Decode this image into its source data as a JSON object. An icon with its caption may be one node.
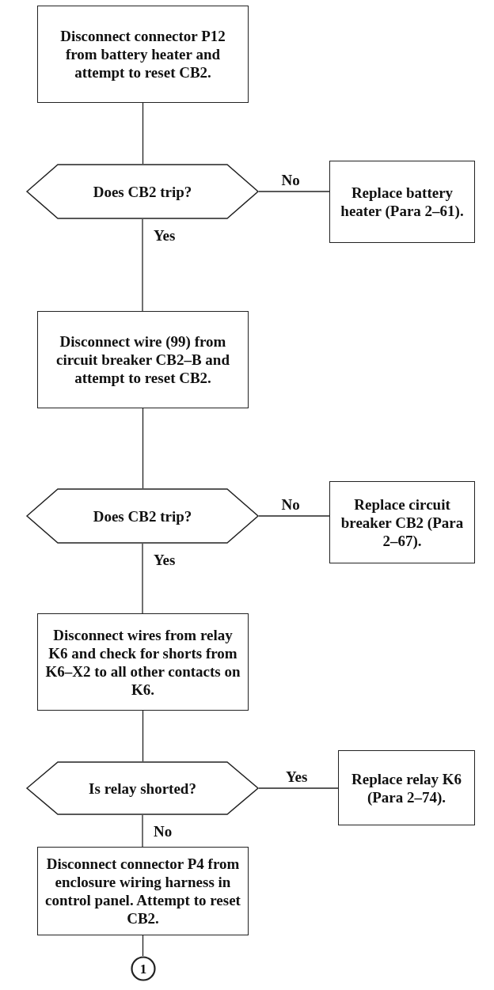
{
  "diagram": {
    "nodes": [
      {
        "text": [
          "Disconnect connector P12 from battery heater and attempt to reset CB2."
        ]
      },
      {
        "text": [
          "Does CB2 trip?"
        ]
      },
      {
        "text": [
          "Replace battery heater (Para 2–61)."
        ]
      },
      {
        "text": [
          "Disconnect wire (99) from circuit breaker CB2–B and attempt to reset CB2."
        ]
      },
      {
        "text": [
          "Does CB2 trip?"
        ]
      },
      {
        "text": [
          "Replace circuit breaker CB2 (Para 2–67)."
        ]
      },
      {
        "text": [
          "Disconnect wires from relay K6 and check for shorts from K6–X2 to all other contacts on K6."
        ]
      },
      {
        "text": [
          "Is relay shorted?"
        ]
      },
      {
        "text": [
          "Replace relay K6 (Para 2–74)."
        ]
      },
      {
        "text": [
          "Disconnect connector P4 from enclosure wiring harness in control panel. Attempt to reset CB2."
        ]
      },
      {
        "text": [
          "1"
        ]
      }
    ],
    "edges": [
      {
        "from": 0,
        "to": 1,
        "arrow": "none"
      },
      {
        "from": 1,
        "to": 2,
        "arrow": "none",
        "label": "No"
      },
      {
        "from": 1,
        "to": 3,
        "arrow": "none",
        "label": "Yes"
      },
      {
        "from": 3,
        "to": 4,
        "arrow": "none"
      },
      {
        "from": 4,
        "to": 5,
        "arrow": "none",
        "label": "No"
      },
      {
        "from": 4,
        "to": 6,
        "arrow": "none",
        "label": "Yes"
      },
      {
        "from": 6,
        "to": 7,
        "arrow": "none"
      },
      {
        "from": 7,
        "to": 8,
        "arrow": "none",
        "label": "Yes"
      },
      {
        "from": 7,
        "to": 9,
        "arrow": "none",
        "label": "No"
      },
      {
        "from": 9,
        "to": 10,
        "arrow": "none"
      }
    ]
  }
}
